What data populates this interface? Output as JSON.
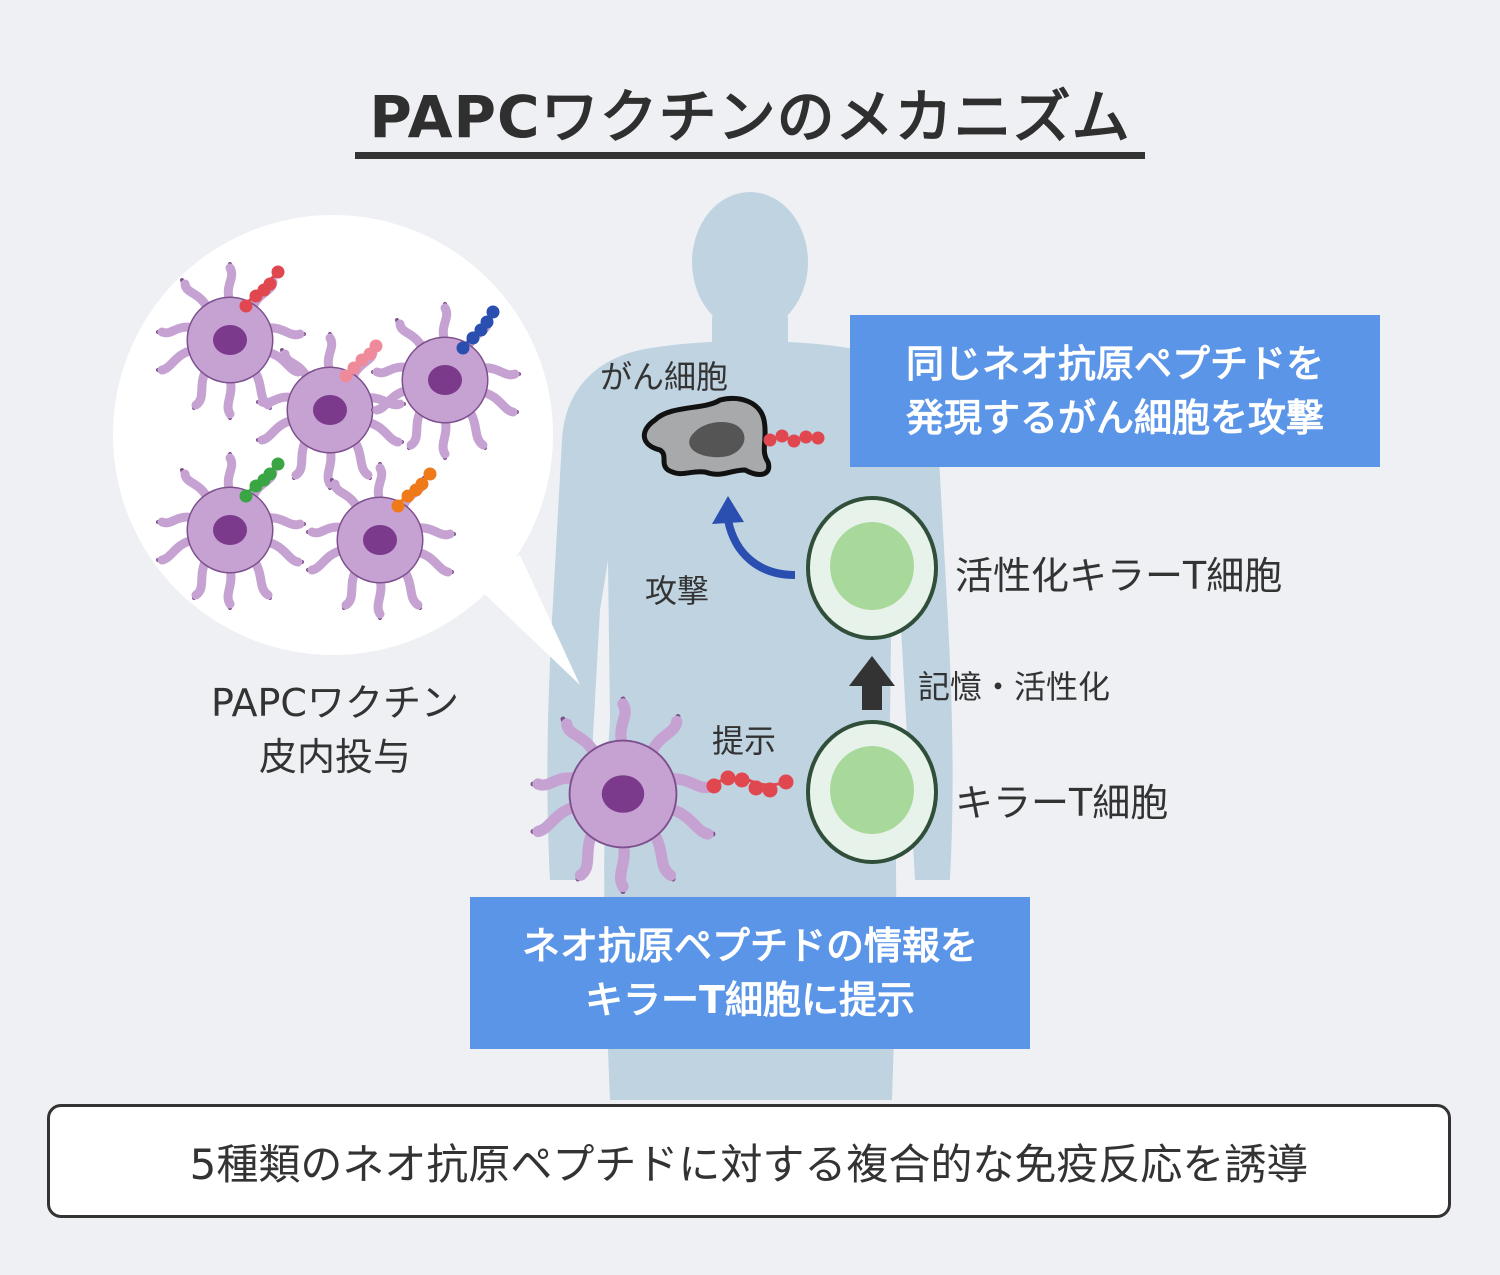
{
  "title": "PAPCワクチンのメカニズム",
  "labels": {
    "cancer_cell": "がん細胞",
    "attack": "攻撃",
    "activated_killer_t": "活性化キラーT細胞",
    "memory_activation": "記憶・活性化",
    "killer_t": "キラーT細胞",
    "present": "提示",
    "vaccine_line1": "PAPCワクチン",
    "vaccine_line2": "皮内投与"
  },
  "boxes": {
    "attack_box": [
      "同じネオ抗原ペプチドを",
      "発現するがん細胞を攻撃"
    ],
    "present_box": [
      "ネオ抗原ペプチドの情報を",
      "キラーT細胞に提示"
    ]
  },
  "summary": "5種類のネオ抗原ペプチドに対する複合的な免疫反応を誘導",
  "colors": {
    "background": "#eef0f4",
    "body_silhouette": "#bfd3e1",
    "dendritic_cell": "#c6a2d2",
    "dendritic_outline": "#7d4f8d",
    "nucleus": "#7b3a8c",
    "t_cell_fill": "#e6f2ea",
    "t_cell_core": "#a8d99b",
    "blue_box": "#5b95e8",
    "attack_arrow": "#2a4fb0",
    "peptides": [
      "#e0474f",
      "#ef8a9a",
      "#2a4fb0",
      "#3aa543",
      "#ef7a1a"
    ]
  }
}
